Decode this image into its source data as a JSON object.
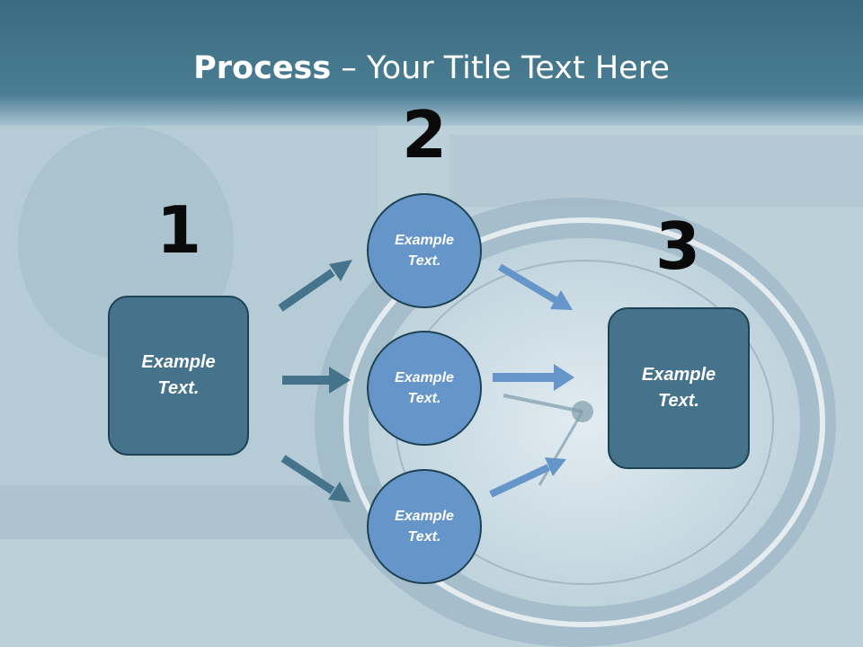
{
  "title": {
    "bold": "Process",
    "rest": " – Your Title Text Here"
  },
  "steps": [
    {
      "number": "1",
      "text": "Example Text."
    },
    {
      "number": "2",
      "texts": [
        "Example Text.",
        "Example Text.",
        "Example Text."
      ]
    },
    {
      "number": "3",
      "text": "Example Text."
    }
  ],
  "colors": {
    "header": "#3e7087",
    "box": "#44738b",
    "circle": "#6696c9",
    "arrow_dark": "#44738b",
    "arrow_light": "#6696c9"
  }
}
